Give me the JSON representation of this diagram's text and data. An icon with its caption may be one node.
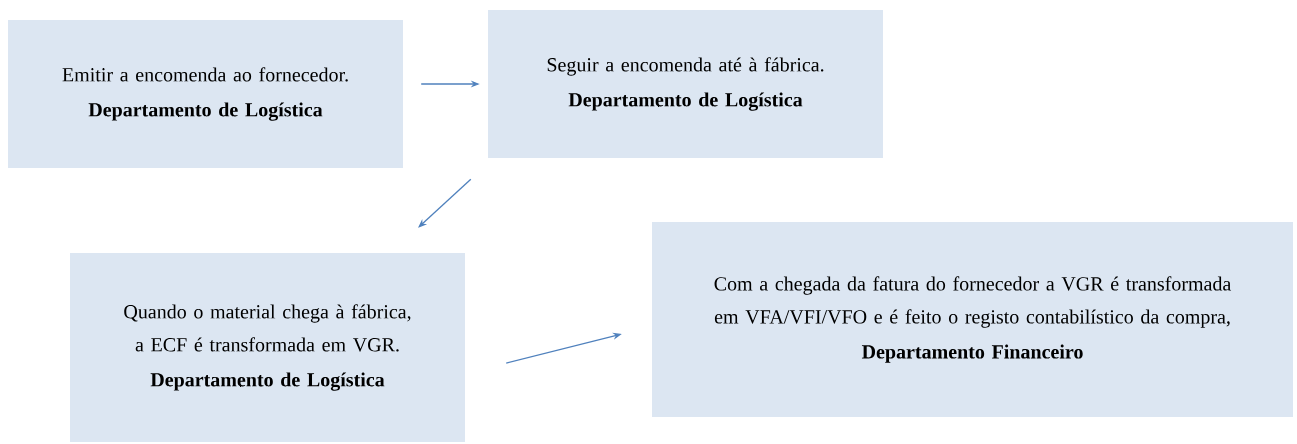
{
  "diagram": {
    "nodes": [
      {
        "text": [
          "Emitir a encomenda ao fornecedor.",
          "Departamento de Logística"
        ]
      },
      {
        "text": [
          "Seguir a encomenda até à fábrica.",
          "Departamento de Logística"
        ]
      },
      {
        "text": [
          "Quando o material chega à fábrica, a ECF é transformada em VGR.",
          "Departamento de Logística"
        ]
      },
      {
        "text": [
          "Com a chegada da fatura do fornecedor a VGR é transformada em VFA/VFI/VFO e é feito o registo contabilístico da compra,",
          "Departamento Financeiro"
        ]
      }
    ],
    "edges": [
      {
        "from": 0,
        "to": 1,
        "arrow": "to"
      },
      {
        "from": 1,
        "to": 2,
        "arrow": "to"
      },
      {
        "from": 2,
        "to": 3,
        "arrow": "to"
      }
    ]
  }
}
